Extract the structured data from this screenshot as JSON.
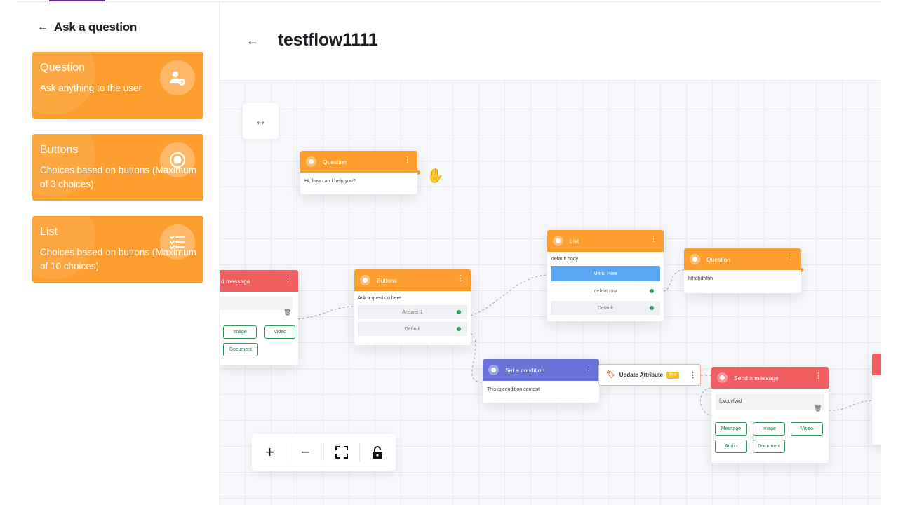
{
  "sidebar": {
    "back_label": "Ask a question",
    "cards": [
      {
        "title": "Question",
        "desc": "Ask anything to the user",
        "icon": "user-question-icon"
      },
      {
        "title": "Buttons",
        "desc": "Choices based on buttons (Maximum of 3 choices)",
        "icon": "radio-button-icon"
      },
      {
        "title": "List",
        "desc": "Choices based on buttons (Maximum of 10 choices)",
        "icon": "checklist-icon"
      }
    ]
  },
  "header": {
    "title": "testflow1111"
  },
  "canvas": {
    "nodes": {
      "question1": {
        "title": "Question",
        "body": "Hi, how can I help you?"
      },
      "send_left": {
        "title": "d message",
        "chips": [
          "Image",
          "Video",
          "Document"
        ]
      },
      "buttons": {
        "title": "Buttons",
        "body": "Ask a question here",
        "options": [
          "Answer 1",
          "Default"
        ]
      },
      "list": {
        "title": "List",
        "body": "default body",
        "menu": "Menu Here",
        "rows": [
          "defaut row",
          "Default"
        ]
      },
      "question2": {
        "title": "Question",
        "body": "hfhdhdhfhh"
      },
      "condition": {
        "title": "Set a condition",
        "body": "This is condition content"
      },
      "update": {
        "title": "Update Attribute",
        "badge": "Pro"
      },
      "send_right": {
        "title": "Send a message",
        "body": "fcvcdvfvvd",
        "chips": [
          "Message",
          "Image",
          "Video",
          "Audio",
          "Document"
        ]
      }
    }
  },
  "colors": {
    "orange": "#fd9e2e",
    "red": "#f15f63",
    "purple": "#6a73d8",
    "green": "#2f9a5e",
    "blue": "#5aa6f0"
  }
}
